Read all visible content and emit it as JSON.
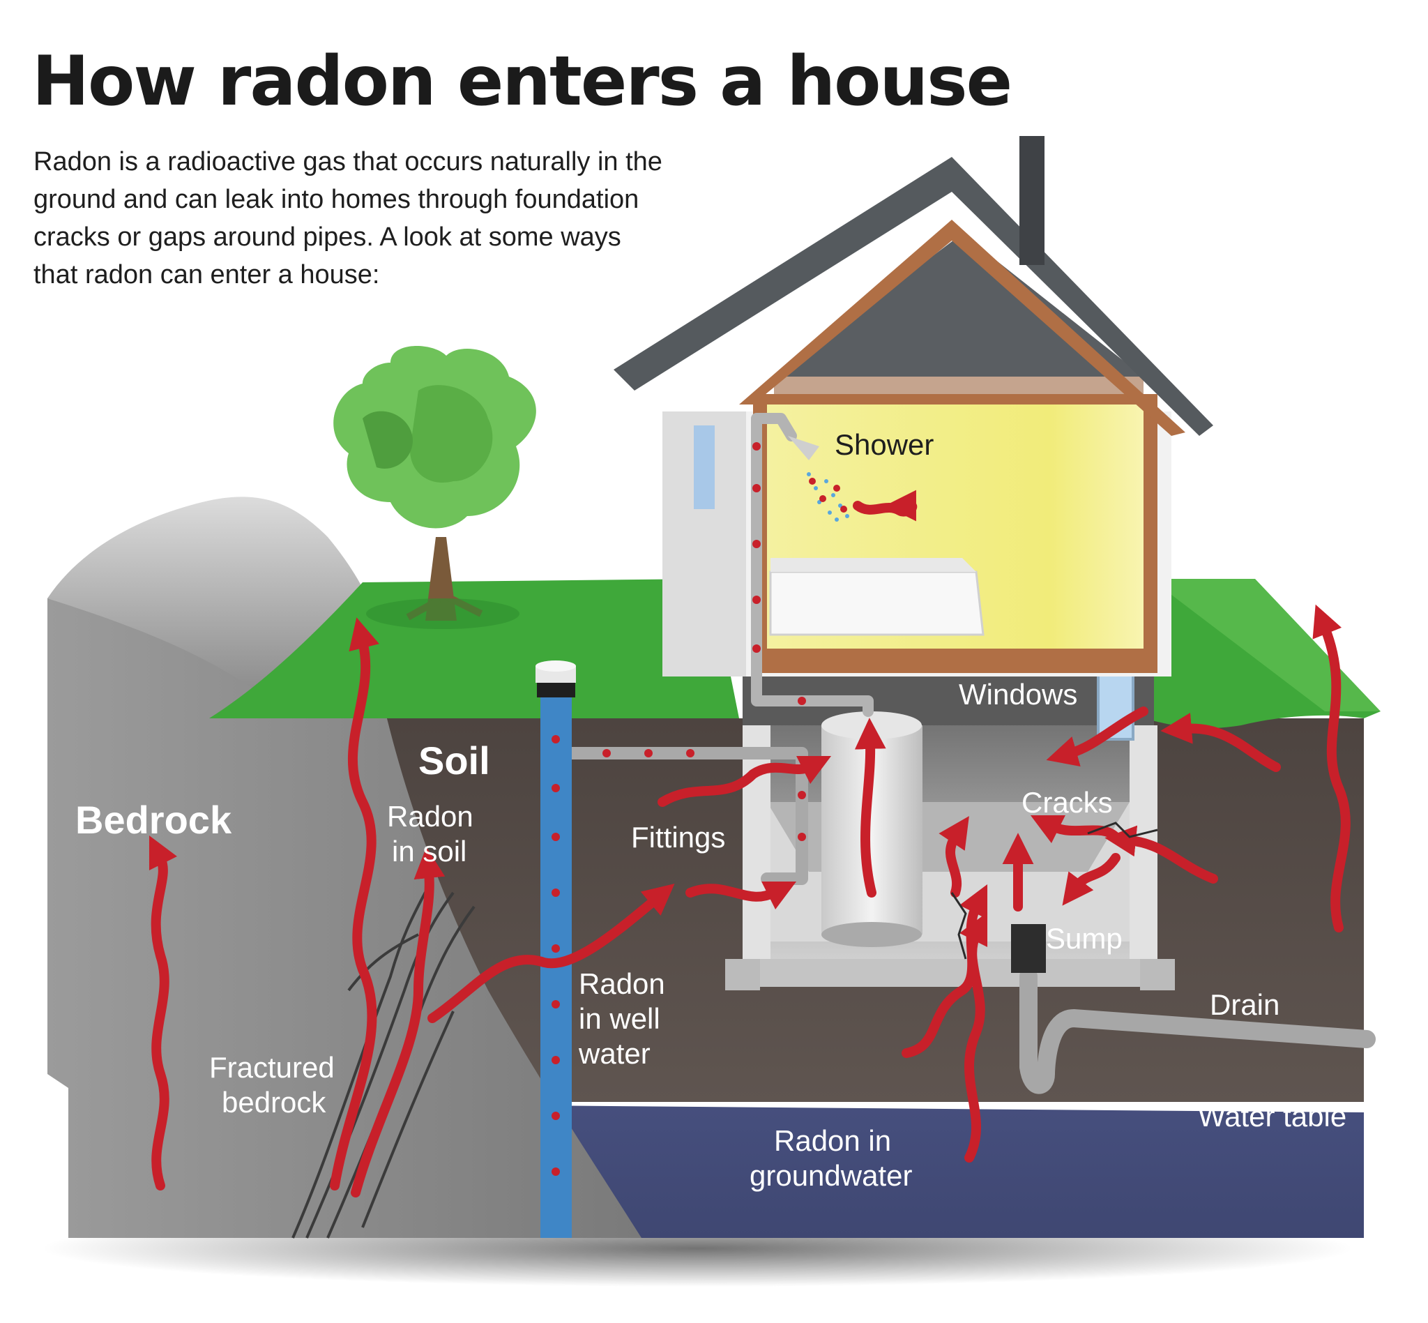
{
  "title": "How radon enters a house",
  "intro_lines": [
    "Radon is a radioactive gas that occurs naturally in the",
    "ground and can leak into homes through foundation",
    "cracks or gaps around pipes. A look at some ways",
    "that radon can enter a house:"
  ],
  "labels": {
    "bedrock": "Bedrock",
    "soil": "Soil",
    "radon_in_soil": [
      "Radon",
      "in soil"
    ],
    "fractured_bedrock": [
      "Fractured",
      "bedrock"
    ],
    "radon_in_well_water": [
      "Radon",
      "in well",
      "water"
    ],
    "fittings": "Fittings",
    "shower": "Shower",
    "windows": "Windows",
    "cracks": "Cracks",
    "sump": "Sump",
    "drain": "Drain",
    "water_table": "Water table",
    "radon_in_groundwater": [
      "Radon in",
      "groundwater"
    ]
  },
  "colors": {
    "radon_arrow": "#c8202a",
    "grass": "#3fa83a",
    "soil": "#5a4f4a",
    "water_table": "#4a5486",
    "bedrock": "#8f8f8f",
    "roof": "#555a5e",
    "wall": "#f2f2f2",
    "room": "#f3f08e",
    "trim": "#b06f45"
  }
}
